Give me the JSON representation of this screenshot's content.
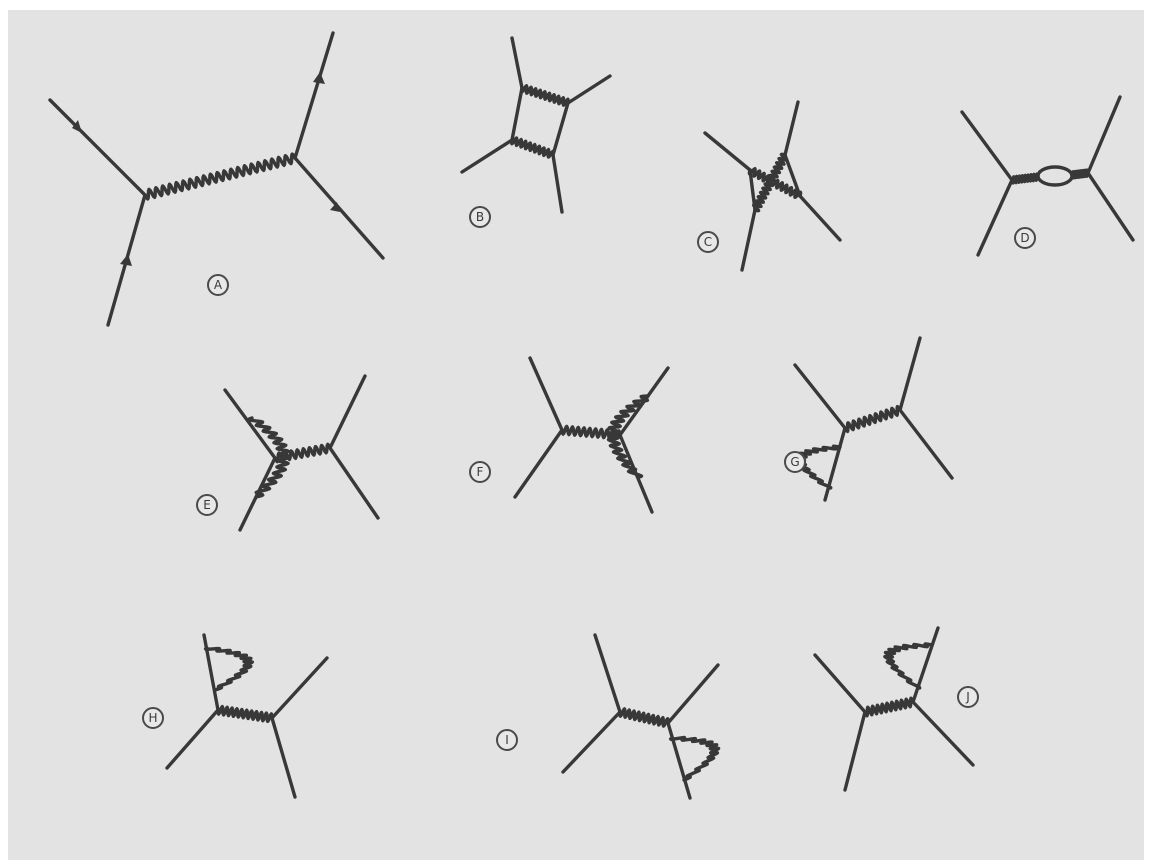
{
  "labels": {
    "A": "A",
    "B": "B",
    "C": "C",
    "D": "D",
    "E": "E",
    "F": "F",
    "G": "G",
    "H": "H",
    "I": "I",
    "J": "J"
  },
  "colors": {
    "background": "#e3e3e3",
    "line": "#383838",
    "border": "#ffffff"
  }
}
